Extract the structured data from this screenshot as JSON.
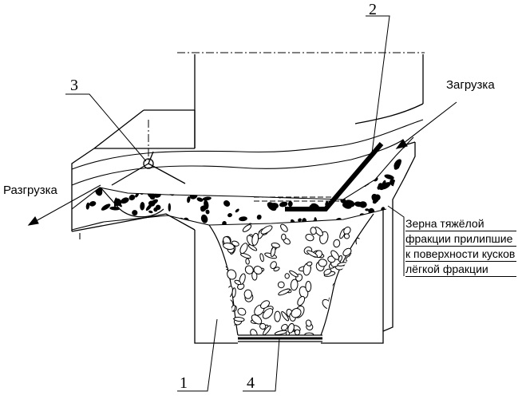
{
  "labels": {
    "part1": "1",
    "part2": "2",
    "part3": "3",
    "part4": "4",
    "loading": "Загрузка",
    "unloading": "Разгрузка",
    "note": [
      "Зерна тяжёлой",
      "фракции прилипшие",
      "к поверхности кусков",
      "лёгкой фракции"
    ]
  },
  "colors": {
    "line": "#000000",
    "background": "#ffffff"
  }
}
